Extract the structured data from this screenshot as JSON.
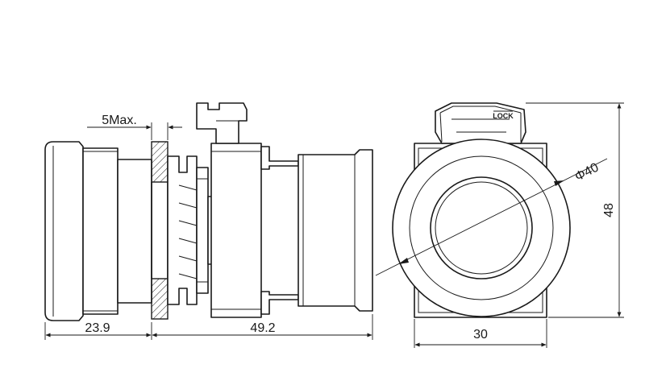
{
  "dimensions": {
    "front_depth": "23.9",
    "body_depth": "49.2",
    "panel_max": "5Max.",
    "bezel_diameter": "Φ40",
    "width": "30",
    "height": "48"
  },
  "lock_label": "LOCK",
  "colors": {
    "line": "#1a1a1a",
    "background": "#ffffff"
  }
}
